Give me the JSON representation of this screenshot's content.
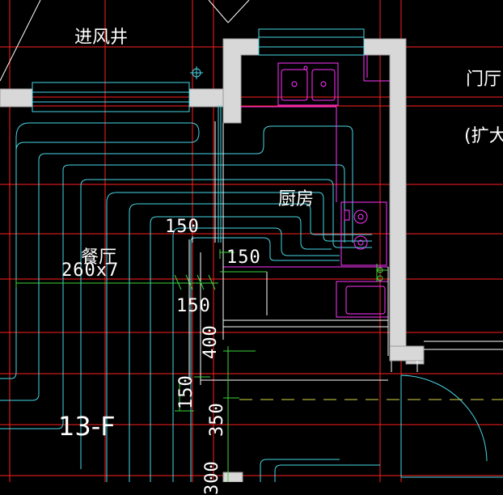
{
  "labels": {
    "air_shaft": "进风井",
    "kitchen": "厨房",
    "dining": "餐厅",
    "foyer": "门厅",
    "enlarge": "(扩大",
    "floor": "13-F"
  },
  "dimensions": {
    "d150_top": "150",
    "d150_mid": "150",
    "d150_mid2": "150",
    "spacing": "260x7",
    "d400": "400",
    "d150_low": "150",
    "d350": "350",
    "d300": "300"
  },
  "colors": {
    "background": "#000000",
    "wall_fill": "#d8d8d8",
    "heating_pipe": "#46d7e6",
    "grid_red": "#ff2020",
    "fixture_magenta": "#ff33ff",
    "dimension_green": "#3ad63a",
    "text_white": "#ffffff",
    "dash_yellow": "#d8d84a"
  }
}
